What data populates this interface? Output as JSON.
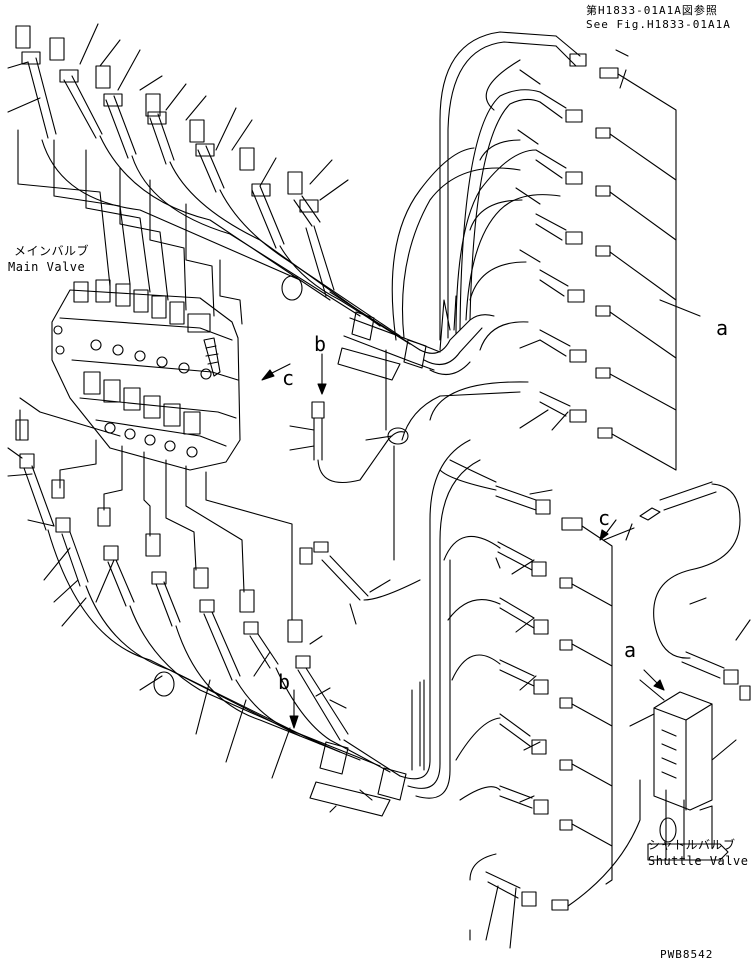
{
  "colors": {
    "ink": "#000000",
    "paper": "#ffffff"
  },
  "references": {
    "ref_jp": "第H1833-01A1A図参照",
    "ref_en": "See Fig.H1833-01A1A"
  },
  "labels": {
    "main_valve_jp": "メインバルブ",
    "main_valve_en": "Main Valve",
    "shuttle_valve_jp": "シャトルバルブ",
    "shuttle_valve_en": "Shuttle Valve"
  },
  "callouts": {
    "a_right": "a",
    "a_shuttle": "a",
    "b_upper": "b",
    "b_lower": "b",
    "c_left": "c",
    "c_right": "c"
  },
  "drawing_code": "PWB8542"
}
